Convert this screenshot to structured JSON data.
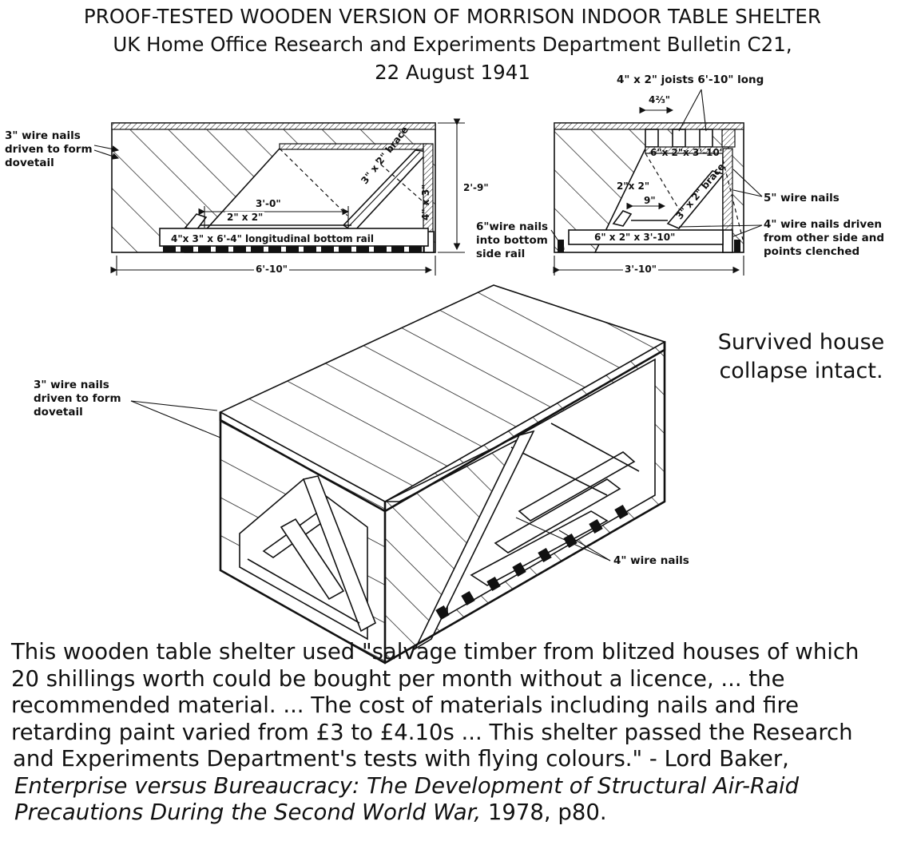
{
  "title": {
    "line1": "PROOF-TESTED WOODEN VERSION OF MORRISON INDOOR TABLE SHELTER",
    "line2": "UK Home Office Research and Experiments Department Bulletin C21,",
    "line3": "22 August 1941"
  },
  "side_elevation": {
    "nails_label": "3\" wire nails\ndriven to form\ndovetail",
    "span_inner": "3'-0\"",
    "batten": "2\" x 2\"",
    "brace": "3\" x 2\" brace",
    "post": "4\" x 3\"",
    "bottom_rail": "4\"x 3\" x 6'-4\" longitudinal bottom rail",
    "height": "2'-9\"",
    "length": "6'-10\""
  },
  "end_elevation": {
    "joists": "4\" x 2\" joists 6'-10\" long",
    "joist_spacing": "4⅔\"",
    "top_member": "6\"x 2\"x 3'-10\"",
    "batten": "2\"x 2\"",
    "gap": "9\"",
    "brace": "3\" x 2\" brace",
    "wire_5": "5\" wire nails",
    "wire_4": "4\" wire nails driven\nfrom other side and\npoints clenched",
    "wire_6": "6\"wire nails\ninto bottom\nside rail",
    "bottom_member": "6\" x 2\" x 3'-10\"",
    "width": "3'-10\""
  },
  "isometric": {
    "nails_label": "3\" wire nails\ndriven to form\ndovetail",
    "wire_4": "4\" wire nails"
  },
  "note": "Survived house\ncollapse intact.",
  "quote": {
    "line1": "This wooden table shelter used \"salvage timber from blitzed houses of which",
    "line2": "20 shillings worth could be bought per month without a licence,  ...  the",
    "line3": "recommended material. ... The cost of materials including nails and fire",
    "line4": "retarding paint varied from £3 to £4.10s ... This shelter passed the Research",
    "line5": "and Experiments Department's tests with flying colours.\" - Lord Baker,",
    "book_title_a": "Enterprise versus Bureaucracy: The Development of Structural Air-Raid",
    "book_title_b": "Precautions  During the Second World War,",
    "citation_tail": " 1978, p80."
  }
}
